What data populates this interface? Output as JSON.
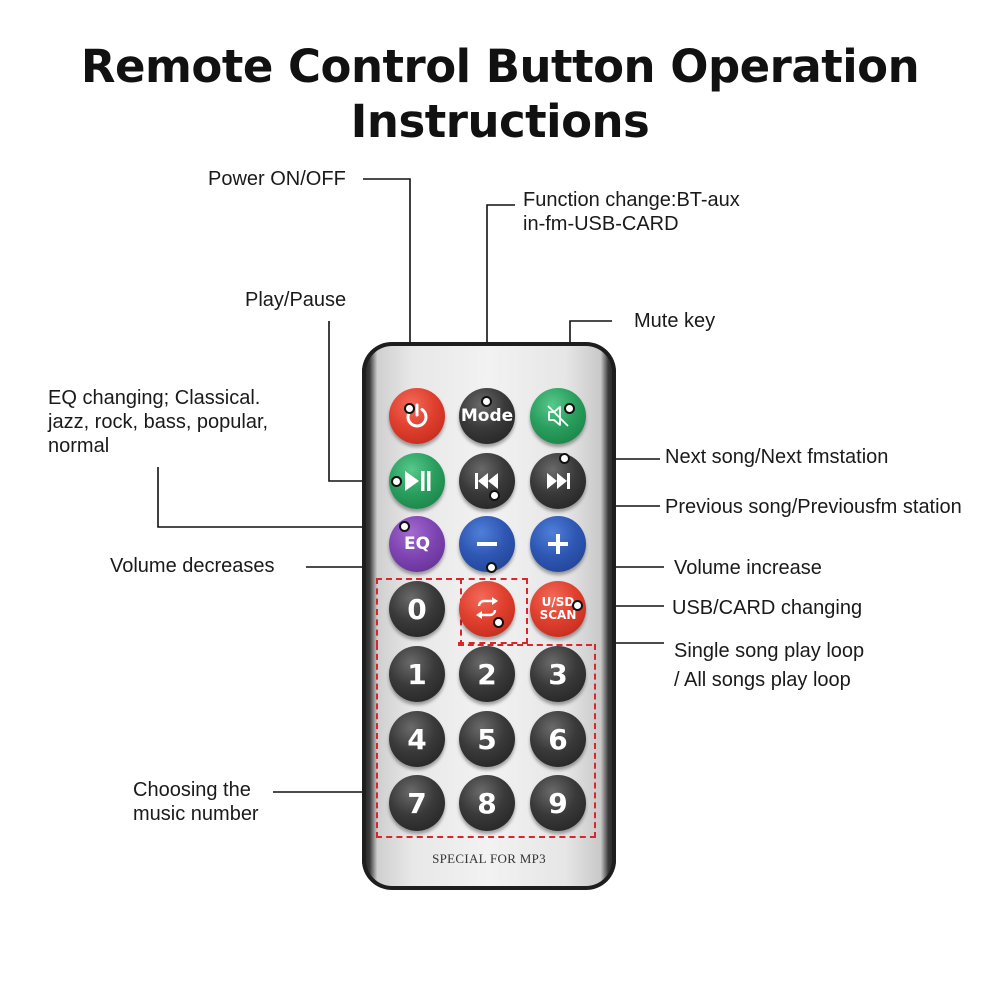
{
  "title": {
    "line1": "Remote Control Button Operation",
    "line2": "Instructions"
  },
  "labels": {
    "power": "Power ON/OFF",
    "function_l1": "Function change:BT-aux",
    "function_l2": "in-fm-USB-CARD",
    "play_pause": "Play/Pause",
    "mute": "Mute key",
    "eq_l1": "EQ changing;  Classical.",
    "eq_l2": "jazz, rock, bass, popular,",
    "eq_l3": "normal",
    "next": "Next song/Next fmstation",
    "previous": "Previous song/Previousfm station",
    "vol_down": "Volume decreases",
    "vol_up": "Volume increase",
    "usb_card": "USB/CARD changing",
    "loop_l1": "Single song play loop",
    "loop_l2": "/ All songs play loop",
    "choose_l1": "Choosing the",
    "choose_l2": "music number"
  },
  "remote": {
    "mode_label": "Mode",
    "eq_label": "EQ",
    "usd_l1": "U/SD",
    "usd_l2": "SCAN",
    "brand": "SPECIAL FOR MP3",
    "digits": [
      "0",
      "1",
      "2",
      "3",
      "4",
      "5",
      "6",
      "7",
      "8",
      "9"
    ]
  },
  "colors": {
    "red": "#e0402e",
    "green": "#2a9f5e",
    "dark": "#333333",
    "purple": "#7f45b3",
    "blue": "#2f58b4",
    "dashed_box": "#d9262b"
  },
  "icons": {
    "power": "power-icon",
    "mute": "mute-icon",
    "play_pause": "play-pause-icon",
    "previous": "previous-icon",
    "next": "next-icon",
    "minus": "minus-icon",
    "plus": "plus-icon",
    "loop": "loop-icon"
  }
}
